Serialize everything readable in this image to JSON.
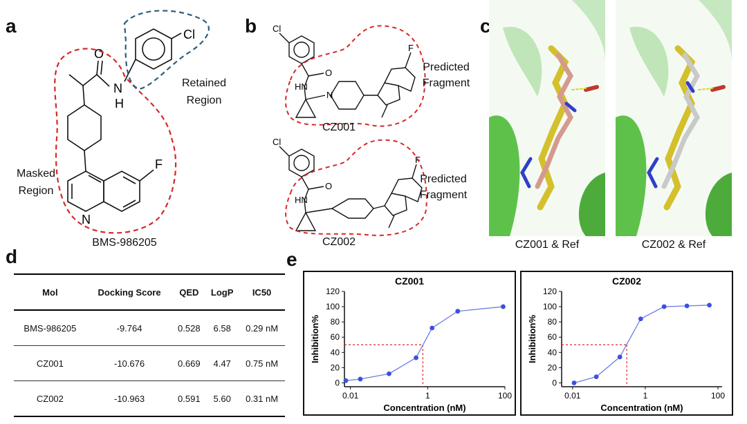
{
  "panels": {
    "a": "a",
    "b": "b",
    "c": "c",
    "d": "d",
    "e": "e"
  },
  "panel_a": {
    "molecule": "BMS-986205",
    "retained_label_1": "Retained",
    "retained_label_2": "Region",
    "masked_label_1": "Masked",
    "masked_label_2": "Region",
    "atoms": {
      "cl": "Cl",
      "o": "O",
      "nh_n": "N",
      "nh_h": "H",
      "f": "F",
      "n": "N"
    }
  },
  "panel_b": {
    "mol1": "CZ001",
    "mol2": "CZ002",
    "fragment_label_1": "Predicted",
    "fragment_label_2": "Fragment",
    "atoms": {
      "cl": "Cl",
      "o": "O",
      "hn": "HN",
      "n": "N",
      "f": "F"
    }
  },
  "panel_c": {
    "caption1": "CZ001 & Ref",
    "caption2": "CZ002 & Ref"
  },
  "table": {
    "headers": [
      "Mol",
      "Docking Score",
      "QED",
      "LogP",
      "IC50"
    ],
    "rows": [
      [
        "BMS-986205",
        "-9.764",
        "0.528",
        "6.58",
        "0.29 nM"
      ],
      [
        "CZ001",
        "-10.676",
        "0.669",
        "4.47",
        "0.75 nM"
      ],
      [
        "CZ002",
        "-10.963",
        "0.591",
        "5.60",
        "0.31 nM"
      ]
    ]
  },
  "chart_data": [
    {
      "type": "line",
      "title": "CZ001",
      "xlabel": "Concentration (nM)",
      "ylabel": "Inhibition%",
      "x_scale": "log",
      "xlim": [
        0.007,
        100
      ],
      "ylim": [
        -5,
        120
      ],
      "x_ticks": [
        "0.01",
        "1",
        "100"
      ],
      "y_ticks": [
        "0",
        "20",
        "40",
        "60",
        "80",
        "100",
        "120"
      ],
      "x": [
        0.0076,
        0.018,
        0.1,
        0.5,
        1.3,
        6.0,
        90
      ],
      "y": [
        3,
        5,
        12,
        33,
        72,
        94,
        100
      ],
      "ic50": 0.75,
      "ic50_level": 50
    },
    {
      "type": "line",
      "title": "CZ002",
      "xlabel": "Concentration (nM)",
      "ylabel": "Inhibition%",
      "x_scale": "log",
      "xlim": [
        0.005,
        130
      ],
      "ylim": [
        -5,
        120
      ],
      "x_ticks": [
        "0.01",
        "1",
        "100"
      ],
      "y_ticks": [
        "0",
        "20",
        "40",
        "60",
        "80",
        "100",
        "120"
      ],
      "x": [
        0.011,
        0.045,
        0.2,
        0.75,
        3.3,
        14,
        58
      ],
      "y": [
        0,
        8,
        34,
        84,
        100,
        101,
        102
      ],
      "ic50": 0.31,
      "ic50_level": 50
    }
  ]
}
